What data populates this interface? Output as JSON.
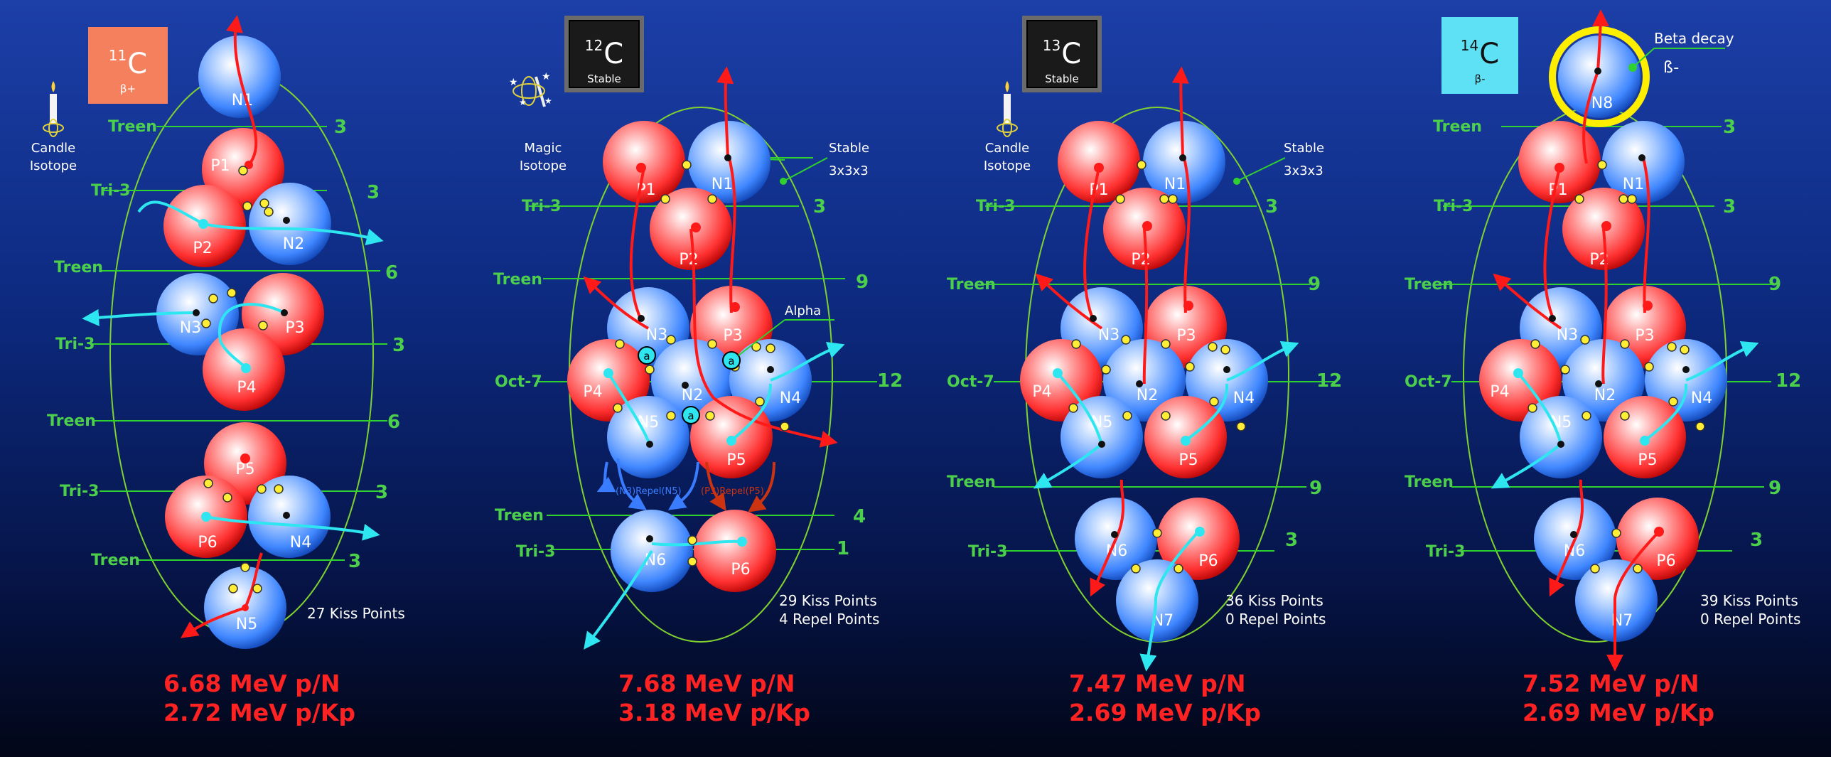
{
  "panels": [
    {
      "isotope": {
        "mass": "11",
        "symbol": "C",
        "sub": "β+",
        "bg": "#f5805e",
        "stable": false
      },
      "side_label": "Candle\nIsotope",
      "layers": [
        {
          "name": "Treen",
          "value": "3"
        },
        {
          "name": "Tri-3",
          "value": "3"
        },
        {
          "name": "Treen",
          "value": "6"
        },
        {
          "name": "Tri-3",
          "value": "3"
        },
        {
          "name": "Treen",
          "value": "6"
        },
        {
          "name": "Tri-3",
          "value": "3"
        },
        {
          "name": "Treen",
          "value": "3"
        }
      ],
      "nucleons": [
        "N1",
        "P1",
        "P2",
        "N2",
        "N3",
        "P3",
        "P4",
        "P5",
        "P6",
        "N4",
        "N5"
      ],
      "kiss_points": "27 Kiss Points",
      "repel_points": "",
      "mev_per_nucleon": "6.68 MeV p/N",
      "mev_per_kp": "2.72 MeV p/Kp"
    },
    {
      "isotope": {
        "mass": "12",
        "symbol": "C",
        "sub": "Stable",
        "bg": "#1a1a1a",
        "stable": true
      },
      "side_label": "Magic\nIsotope",
      "stable_label": "Stable\n3x3x3",
      "alpha_label": "Alpha",
      "repel_labels": [
        "(N3)Repel(N5)",
        "(P3)Repel(P5)"
      ],
      "layers": [
        {
          "name": "Tri-3",
          "value": "3"
        },
        {
          "name": "Treen",
          "value": "9"
        },
        {
          "name": "Oct-7",
          "value": "12"
        },
        {
          "name": "Treen",
          "value": "4"
        },
        {
          "name": "Tri-3",
          "value": "1"
        }
      ],
      "nucleons": [
        "P1",
        "N1",
        "P2",
        "N3",
        "P3",
        "P4",
        "N2",
        "N4",
        "N5",
        "P5",
        "N6",
        "P6"
      ],
      "kiss_points": "29 Kiss Points",
      "repel_points": "4 Repel Points",
      "mev_per_nucleon": "7.68 MeV p/N",
      "mev_per_kp": "3.18 MeV p/Kp"
    },
    {
      "isotope": {
        "mass": "13",
        "symbol": "C",
        "sub": "Stable",
        "bg": "#1a1a1a",
        "stable": true
      },
      "side_label": "Candle\nIsotope",
      "stable_label": "Stable\n3x3x3",
      "layers": [
        {
          "name": "Tri-3",
          "value": "3"
        },
        {
          "name": "Treen",
          "value": "9"
        },
        {
          "name": "Oct-7",
          "value": "12"
        },
        {
          "name": "Treen",
          "value": "9"
        },
        {
          "name": "Tri-3",
          "value": "3"
        }
      ],
      "nucleons": [
        "P1",
        "N1",
        "P2",
        "N3",
        "P3",
        "P4",
        "N2",
        "N4",
        "N5",
        "P5",
        "N6",
        "P6",
        "N7"
      ],
      "kiss_points": "36 Kiss Points",
      "repel_points": "0 Repel Points",
      "mev_per_nucleon": "7.47 MeV p/N",
      "mev_per_kp": "2.69 MeV p/Kp"
    },
    {
      "isotope": {
        "mass": "14",
        "symbol": "C",
        "sub": "β-",
        "bg": "#5ee0f5",
        "stable": false
      },
      "beta_label": "Beta decay",
      "beta_symbol": "ß-",
      "layers": [
        {
          "name": "Treen",
          "value": "3"
        },
        {
          "name": "Tri-3",
          "value": "3"
        },
        {
          "name": "Treen",
          "value": "9"
        },
        {
          "name": "Oct-7",
          "value": "12"
        },
        {
          "name": "Treen",
          "value": "9"
        },
        {
          "name": "Tri-3",
          "value": "3"
        }
      ],
      "nucleons": [
        "N8",
        "P1",
        "N1",
        "P2",
        "N3",
        "P3",
        "P4",
        "N2",
        "N4",
        "N5",
        "P5",
        "N6",
        "P6",
        "N7"
      ],
      "kiss_points": "39 Kiss Points",
      "repel_points": "0 Repel Points",
      "mev_per_nucleon": "7.52 MeV p/N",
      "mev_per_kp": "2.69 MeV p/Kp"
    }
  ],
  "colors": {
    "proton": "#ff3b3b",
    "neutron": "#3b8cff",
    "layer_line": "#2fd12f",
    "ellipse": "#7fd12f",
    "arrow_red": "#ff1a1a",
    "arrow_cyan": "#2ee6f0",
    "kiss_dot": "#ffee33",
    "energy_text": "#ff2222"
  }
}
